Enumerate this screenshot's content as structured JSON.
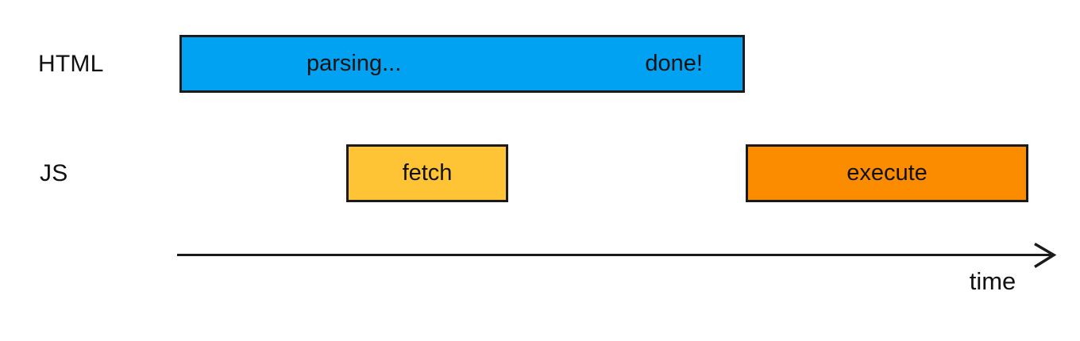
{
  "diagram": {
    "title_hint": "HTML parsing vs JS loading timeline",
    "text_color": "#111111",
    "border_color": "#1a1a1a",
    "rows": {
      "html": {
        "label": "HTML",
        "bar": {
          "name": "parsing",
          "start_text": "parsing...",
          "end_text": "done!",
          "fill": "#02A2F2"
        }
      },
      "js": {
        "label": "JS",
        "bars": [
          {
            "name": "fetch",
            "label": "fetch",
            "fill": "#FFC435"
          },
          {
            "name": "execute",
            "label": "execute",
            "fill": "#FB8C00"
          }
        ]
      }
    },
    "axis": {
      "label": "time",
      "line_color": "#1a1a1a"
    }
  }
}
